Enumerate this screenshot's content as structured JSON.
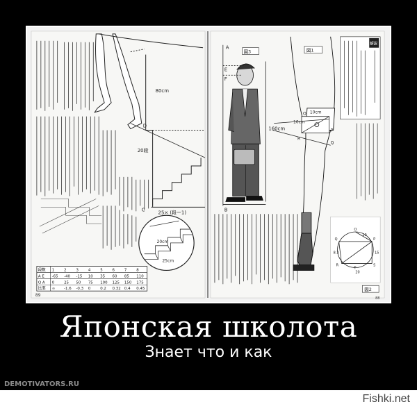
{
  "poster": {
    "title": "Японская школота",
    "subtitle": "Знает что и как",
    "watermark_left": "DEMOTIVATORS.RU",
    "watermark_right": "Fishki.net"
  },
  "book": {
    "left_label_25": "25× (段ー1)",
    "label_80cm": "80cm",
    "label_20dan": "20段",
    "label_20cm": "20cm",
    "label_25cm": "25cm",
    "label_160cm": "160cm",
    "label_10cm_a": "10cm",
    "label_10cm_b": "10cm",
    "fig3": "図3",
    "fig1": "図1",
    "fig2": "図2",
    "kaisetsu": "解説",
    "pt_A": "A",
    "pt_B": "B",
    "pt_C": "C",
    "pt_D": "D",
    "pt_E": "E",
    "pt_F": "F",
    "pt_Q": "Q",
    "pt_P": "P",
    "pt_R": "R",
    "pt_O": "O",
    "page_left": "89",
    "page_right": "88",
    "table": {
      "header": [
        "段数",
        "1",
        "2",
        "3",
        "4",
        "5",
        "6",
        "7",
        "8"
      ],
      "rows": [
        [
          "A E",
          "-65",
          "-40",
          "-15",
          "10",
          "35",
          "60",
          "85",
          "110"
        ],
        [
          "Q A",
          "0",
          "25",
          "50",
          "75",
          "100",
          "125",
          "150",
          "175"
        ],
        [
          "比率",
          "∞",
          "-1.6",
          "-0.3",
          "0",
          "0.2",
          "0.32",
          "0.4",
          "0.45"
        ]
      ]
    },
    "circ_labels": [
      "O",
      "P",
      "Q",
      "R",
      "S",
      "T",
      "10",
      "20",
      "15",
      "8.3"
    ]
  }
}
